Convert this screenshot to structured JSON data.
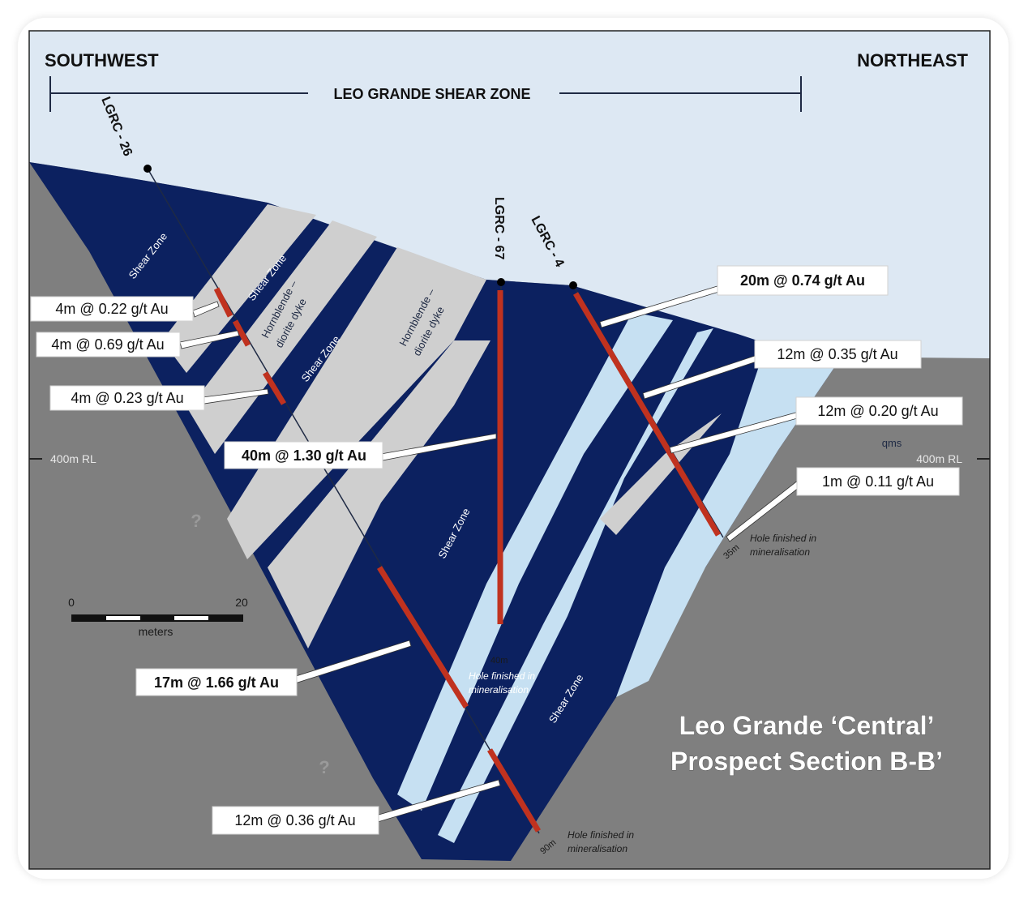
{
  "header": {
    "left_direction": "SOUTHWEST",
    "right_direction": "NORTHEAST",
    "zone_label": "LEO GRANDE SHEAR ZONE"
  },
  "holes": [
    {
      "name": "LGRC - 26"
    },
    {
      "name": "LGRC - 67"
    },
    {
      "name": "LGRC - 4"
    }
  ],
  "intercepts": [
    {
      "text": "4m @ 0.22 g/t  Au",
      "bold": false
    },
    {
      "text": "4m @ 0.69 g/t  Au",
      "bold": false
    },
    {
      "text": "4m @ 0.23 g/t  Au",
      "bold": false
    },
    {
      "text": "40m @ 1.30 g/t  Au",
      "bold": true
    },
    {
      "text": "17m @ 1.66 g/t  Au",
      "bold": true
    },
    {
      "text": "12m @ 0.36 g/t  Au",
      "bold": false
    },
    {
      "text": "20m @ 0.74 g/t  Au",
      "bold": true
    },
    {
      "text": "12m @ 0.35 g/t  Au",
      "bold": false
    },
    {
      "text": "12m @ 0.20 g/t  Au",
      "bold": false
    },
    {
      "text": "1m @ 0.11 g/t  Au",
      "bold": false
    }
  ],
  "units": {
    "shear_zone": "Shear Zone",
    "dyke_line1": "Hornblende –",
    "dyke_line2": "diorite dyke",
    "qms": "qms",
    "unknown": "?"
  },
  "rl_labels": {
    "left": "400m RL",
    "right": "400m RL"
  },
  "depths": {
    "lgrc67": "40m",
    "lgrc4": "35m",
    "lgrc26": "90m"
  },
  "finish_note": {
    "line1": "Hole finished in",
    "line2": "mineralisation"
  },
  "scale_bar": {
    "start": "0",
    "end": "20",
    "unit": "meters"
  },
  "title": {
    "line1": "Leo Grande ‘Central’",
    "line2": "Prospect Section B-B’"
  },
  "colors": {
    "sky": "#dde8f3",
    "bedrock": "#7f7f7f",
    "shear_dark": "#0c2160",
    "shear_light": "#c6e0f2",
    "dyke": "#cfcfcf",
    "intercept": "#c0321f"
  }
}
